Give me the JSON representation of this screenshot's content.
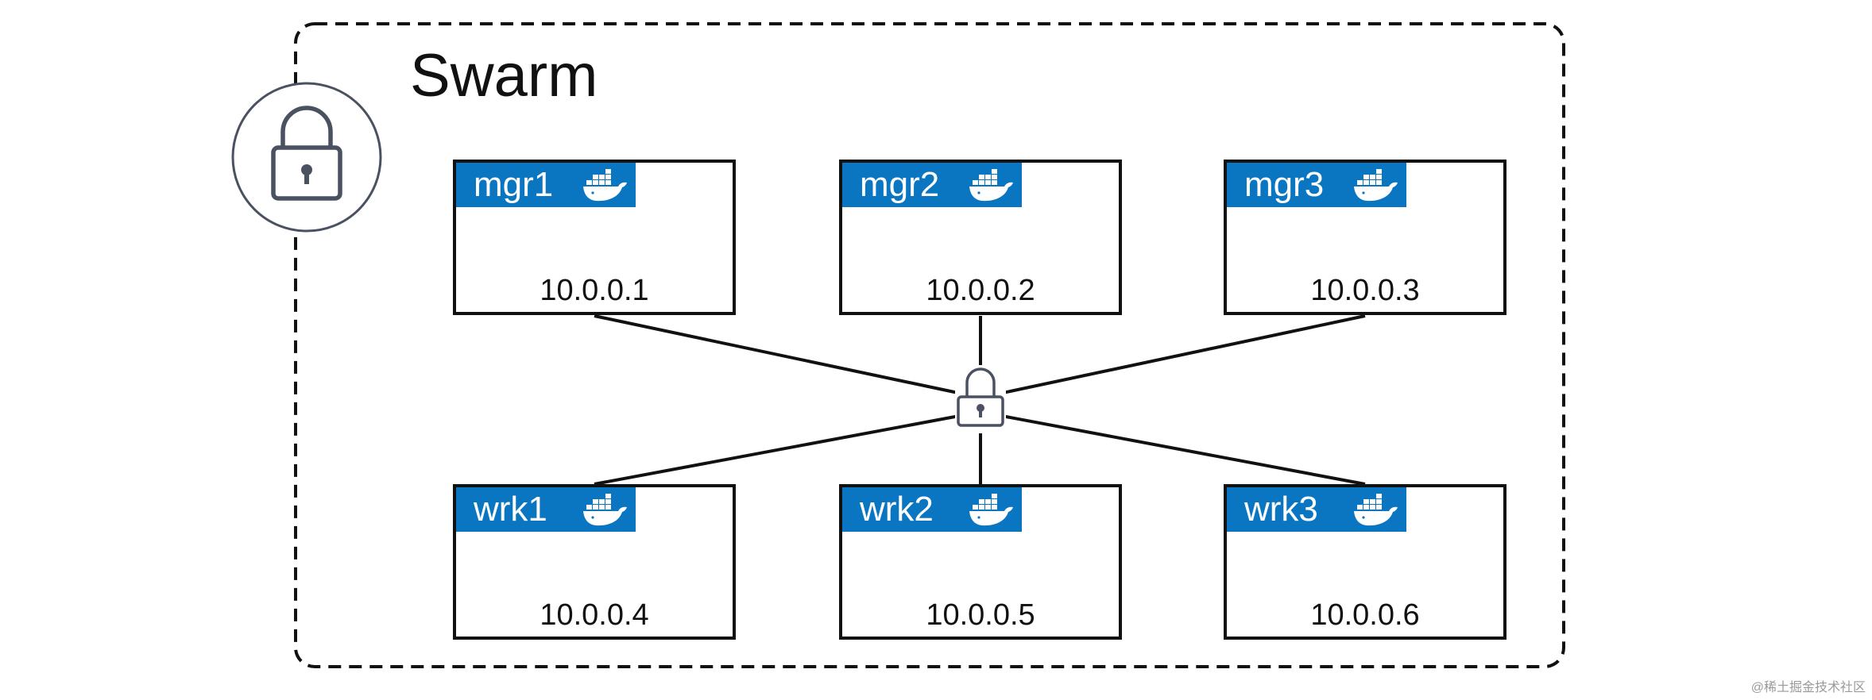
{
  "diagram": {
    "title": "Swarm",
    "colors": {
      "header_blue": "#0a76c2",
      "stroke": "#111111",
      "lock_gray": "#4a5160"
    },
    "managers": [
      {
        "name": "mgr1",
        "ip": "10.0.0.1",
        "icon": "docker-whale-icon"
      },
      {
        "name": "mgr2",
        "ip": "10.0.0.2",
        "icon": "docker-whale-icon"
      },
      {
        "name": "mgr3",
        "ip": "10.0.0.3",
        "icon": "docker-whale-icon"
      }
    ],
    "workers": [
      {
        "name": "wrk1",
        "ip": "10.0.0.4",
        "icon": "docker-whale-icon"
      },
      {
        "name": "wrk2",
        "ip": "10.0.0.5",
        "icon": "docker-whale-icon"
      },
      {
        "name": "wrk3",
        "ip": "10.0.0.6",
        "icon": "docker-whale-icon"
      }
    ],
    "hub_icon": "lock-icon",
    "boundary_icon": "lock-icon",
    "watermark": "@稀土掘金技术社区"
  }
}
